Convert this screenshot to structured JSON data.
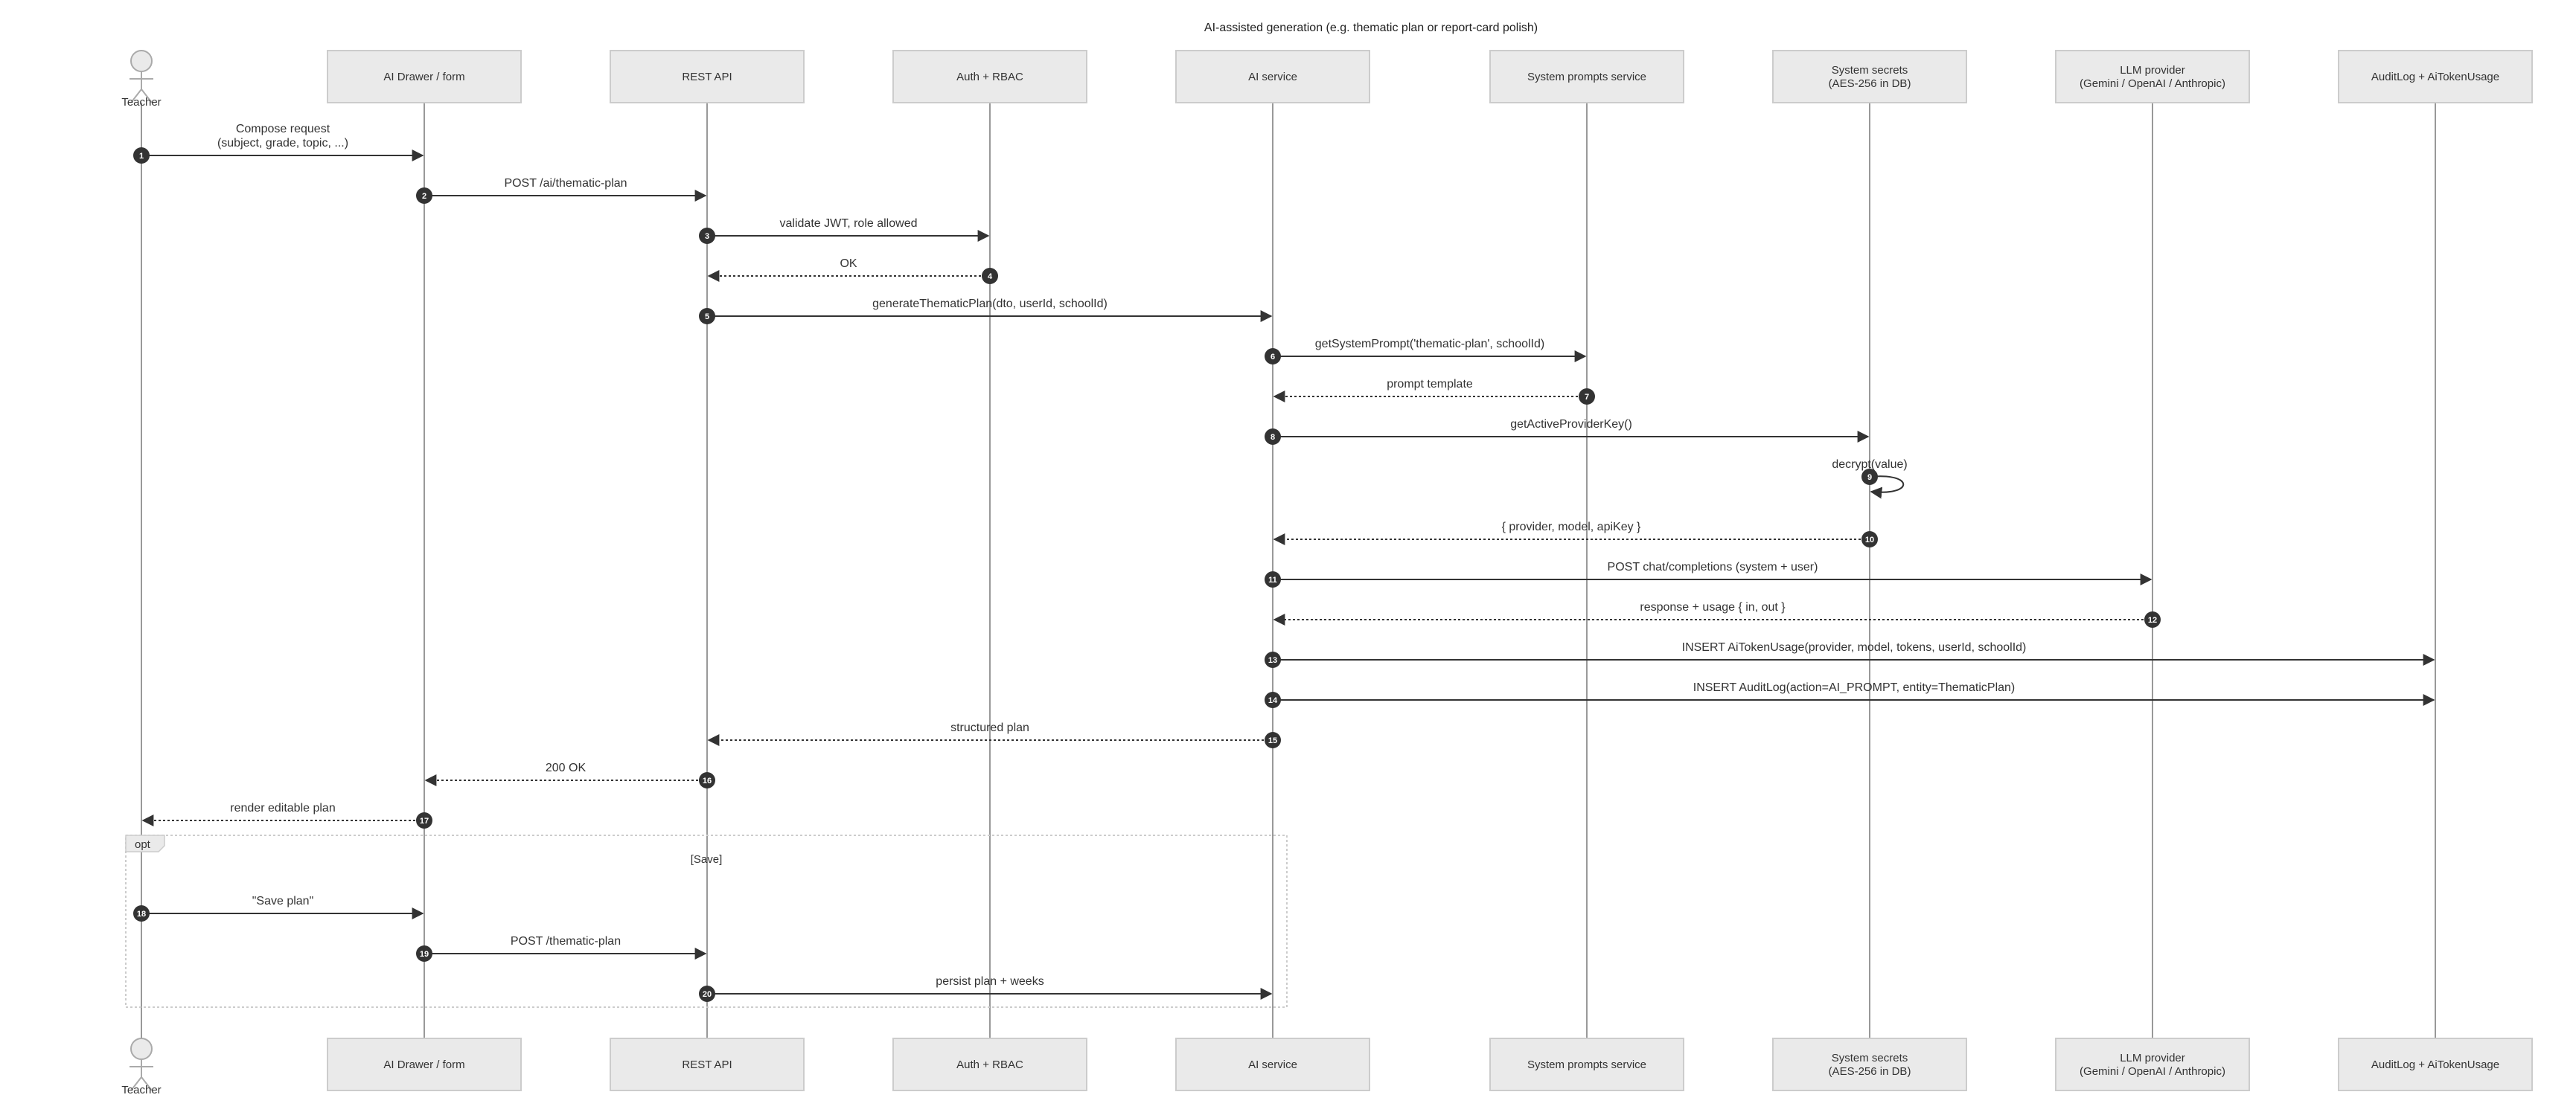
{
  "title": "AI-assisted generation (e.g. thematic plan or report-card polish)",
  "colors": {
    "box_fill": "#eaeaea",
    "box_stroke": "#cccccc",
    "line": "#333333",
    "badge": "#333333",
    "lifeline": "#999999"
  },
  "participants": [
    {
      "id": "teacher",
      "kind": "actor",
      "lines": [
        "Teacher"
      ]
    },
    {
      "id": "drawer",
      "kind": "box",
      "lines": [
        "AI Drawer / form"
      ]
    },
    {
      "id": "api",
      "kind": "box",
      "lines": [
        "REST API"
      ]
    },
    {
      "id": "auth",
      "kind": "box",
      "lines": [
        "Auth + RBAC"
      ]
    },
    {
      "id": "ai",
      "kind": "box",
      "lines": [
        "AI service"
      ]
    },
    {
      "id": "prompts",
      "kind": "box",
      "lines": [
        "System prompts service"
      ]
    },
    {
      "id": "secrets",
      "kind": "box",
      "lines": [
        "System secrets",
        "(AES-256 in DB)"
      ]
    },
    {
      "id": "llm",
      "kind": "box",
      "lines": [
        "LLM provider",
        "(Gemini / OpenAI / Anthropic)"
      ]
    },
    {
      "id": "audit",
      "kind": "box",
      "lines": [
        "AuditLog + AiTokenUsage"
      ]
    }
  ],
  "messages": [
    {
      "n": "1",
      "from": "teacher",
      "to": "drawer",
      "style": "solid",
      "label": [
        "Compose request",
        "(subject, grade, topic, ...)"
      ]
    },
    {
      "n": "2",
      "from": "drawer",
      "to": "api",
      "style": "solid",
      "label": [
        "POST /ai/thematic-plan"
      ]
    },
    {
      "n": "3",
      "from": "api",
      "to": "auth",
      "style": "solid",
      "label": [
        "validate JWT, role allowed"
      ]
    },
    {
      "n": "4",
      "from": "auth",
      "to": "api",
      "style": "dotted",
      "label": [
        "OK"
      ]
    },
    {
      "n": "5",
      "from": "api",
      "to": "ai",
      "style": "solid",
      "label": [
        "generateThematicPlan(dto, userId, schoolId)"
      ]
    },
    {
      "n": "6",
      "from": "ai",
      "to": "prompts",
      "style": "solid",
      "label": [
        "getSystemPrompt('thematic-plan', schoolId)"
      ]
    },
    {
      "n": "7",
      "from": "prompts",
      "to": "ai",
      "style": "dotted",
      "label": [
        "prompt template"
      ]
    },
    {
      "n": "8",
      "from": "ai",
      "to": "secrets",
      "style": "solid",
      "label": [
        "getActiveProviderKey()"
      ]
    },
    {
      "n": "9",
      "from": "secrets",
      "to": "secrets",
      "style": "self",
      "label": [
        "decrypt(value)"
      ]
    },
    {
      "n": "10",
      "from": "secrets",
      "to": "ai",
      "style": "dotted",
      "label": [
        "{ provider, model, apiKey }"
      ]
    },
    {
      "n": "11",
      "from": "ai",
      "to": "llm",
      "style": "solid",
      "label": [
        "POST chat/completions (system + user)"
      ]
    },
    {
      "n": "12",
      "from": "llm",
      "to": "ai",
      "style": "dotted",
      "label": [
        "response + usage { in, out }"
      ]
    },
    {
      "n": "13",
      "from": "ai",
      "to": "audit",
      "style": "solid",
      "label": [
        "INSERT AiTokenUsage(provider, model, tokens, userId, schoolId)"
      ]
    },
    {
      "n": "14",
      "from": "ai",
      "to": "audit",
      "style": "solid",
      "label": [
        "INSERT AuditLog(action=AI_PROMPT, entity=ThematicPlan)"
      ]
    },
    {
      "n": "15",
      "from": "ai",
      "to": "api",
      "style": "dotted",
      "label": [
        "structured plan"
      ]
    },
    {
      "n": "16",
      "from": "api",
      "to": "drawer",
      "style": "dotted",
      "label": [
        "200 OK"
      ]
    },
    {
      "n": "17",
      "from": "drawer",
      "to": "teacher",
      "style": "dotted",
      "label": [
        "render editable plan"
      ]
    },
    {
      "n": "18",
      "from": "teacher",
      "to": "drawer",
      "style": "solid",
      "label": [
        "\"Save plan\""
      ]
    },
    {
      "n": "19",
      "from": "drawer",
      "to": "api",
      "style": "solid",
      "label": [
        "POST /thematic-plan"
      ]
    },
    {
      "n": "20",
      "from": "api",
      "to": "ai",
      "style": "solid",
      "label": [
        "persist plan + weeks"
      ]
    }
  ],
  "fragment": {
    "kind": "opt",
    "condition": "[Save]"
  }
}
